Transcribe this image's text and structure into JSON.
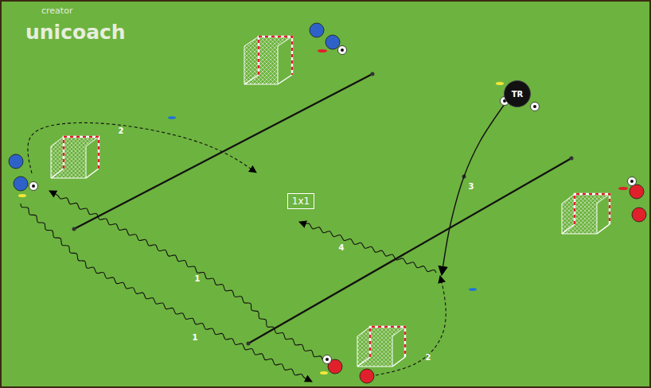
{
  "diagram": {
    "nodes": [
      {
        "text": [
          "TR"
        ]
      },
      {
        "text": [
          "1x1"
        ]
      }
    ],
    "labels": [
      "creator",
      "unicoach",
      "2",
      "3",
      "1",
      "4",
      "1",
      "2"
    ]
  }
}
